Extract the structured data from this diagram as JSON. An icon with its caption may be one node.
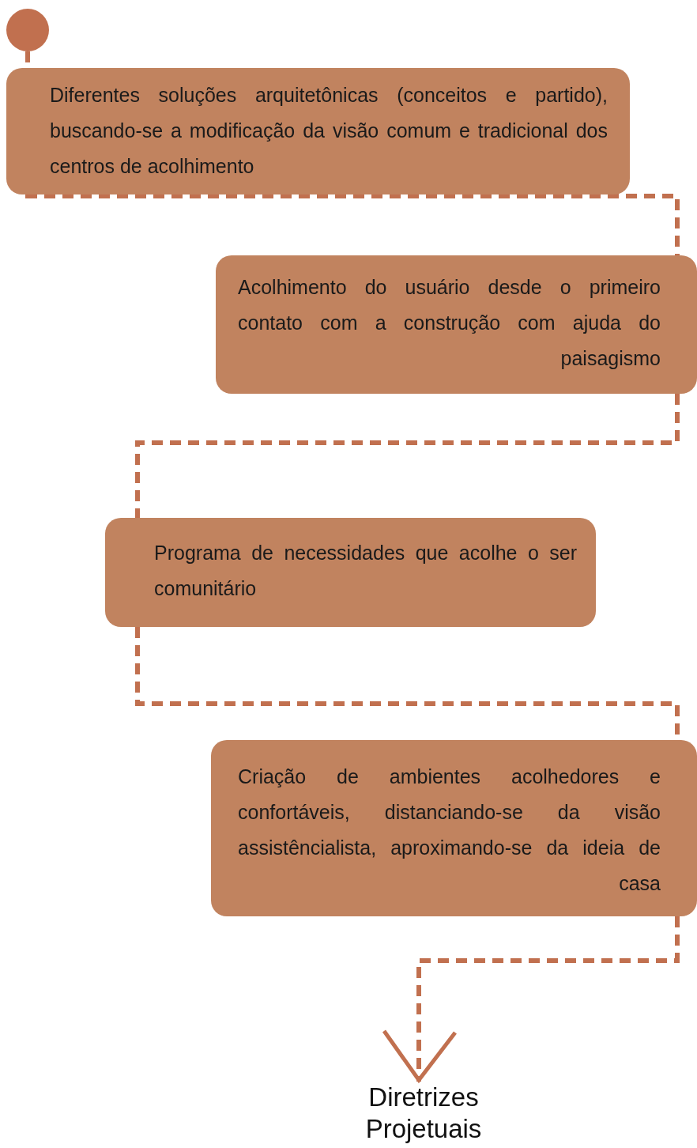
{
  "diagram": {
    "nodes": [
      {
        "text": [],
        "shape": "circle"
      },
      {
        "text": [
          "Diferentes soluções arquitetônicas (conceitos e partido), buscando-se a modificação da visão comum e tradicional dos centros de acolhimento"
        ]
      },
      {
        "text": [
          "Acolhimento do usuário desde o primeiro contato com a construção com ajuda do paisagismo"
        ]
      },
      {
        "text": [
          "Programa de necessidades que acolhe o ser comunitário"
        ]
      },
      {
        "text": [
          "Criação de ambientes acolhedores e confortáveis, distanciando-se da visão assistêncialista, aproximando-se da ideia de casa"
        ]
      },
      {
        "text": [
          "Diretrizes Projetuais"
        ]
      }
    ],
    "edges": [
      {
        "from": 0,
        "to": 1,
        "arrow": "none",
        "style": "dashed"
      },
      {
        "from": 1,
        "to": 2,
        "arrow": "none",
        "style": "dashed"
      },
      {
        "from": 2,
        "to": 3,
        "arrow": "none",
        "style": "dashed"
      },
      {
        "from": 3,
        "to": 4,
        "arrow": "none",
        "style": "dashed"
      },
      {
        "from": 4,
        "to": 5,
        "arrow": "to",
        "style": "dashed"
      }
    ]
  }
}
